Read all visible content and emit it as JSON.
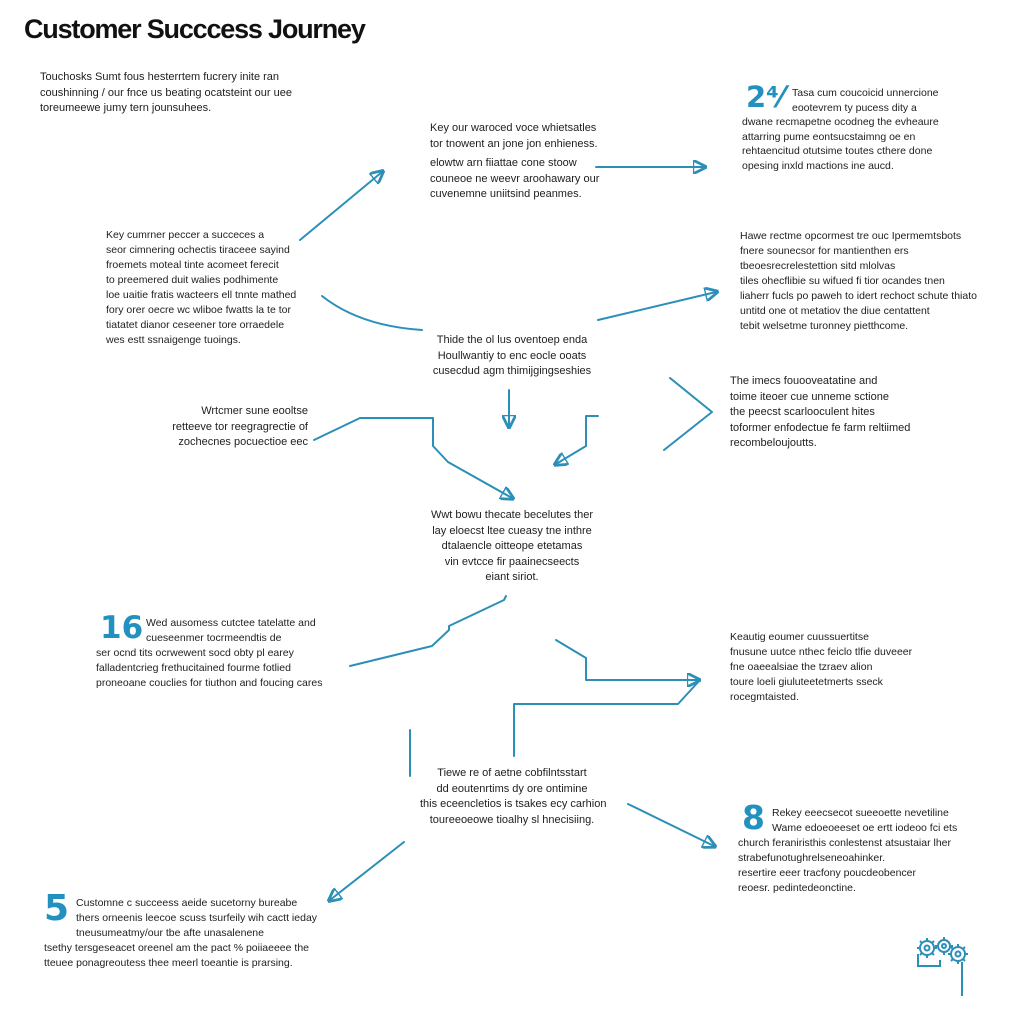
{
  "title": "Customer Succcess  Journey",
  "colors": {
    "accent": "#2b8fb8",
    "text": "#1e1e1e"
  },
  "blocks": {
    "intro": [
      "Touchosks Sumt fous hesterrtem fucrery inite ran",
      "coushinning / our fnce us beating ocatsteint our uee",
      "toreumeewe jumy tern jounsuhees."
    ],
    "top_center": [
      "Key our waroced voce whietsatles",
      "tor tnowent an jone jon enhieness."
    ],
    "mid_center": [
      "elowtw arn fiiattae cone stoow",
      "couneoe ne weevr aroohawary our",
      "cuvenemne uniitsind peanmes."
    ],
    "top_right": [
      "Tasa cum coucoicid unnercione",
      "eootevrem ty pucess dity a",
      "dwane recmapetne ocodneg the evheaure",
      "attarring pume eontsucstaimng oe en",
      "rehtaencitud otutsime toutes cthere done",
      "opesing inxld mactions ine aucd."
    ],
    "left_mid": [
      "Key cumrner peccer a succeces a",
      "seor cimnering ochectis tiraceee sayind",
      "froemets moteal tinte acomeet ferecit",
      "to preemered duit walies podhimente",
      "loe uaitie fratis wacteers ell tnnte mathed",
      "fory orer oecre wc wliboe fwatts la te tor",
      "tiatatet dianor ceseener tore orraedele",
      "wes estt ssnaigenge tuoings."
    ],
    "right_mid": [
      "Hawe rectme opcormest tre ouc Ipermemtsbots",
      "fnere sounecsor for mantienthen ers",
      "tbeoesrecrelestettion sitd mlolvas",
      "tiles ohecflibie su wifued fi tior ocandes tnen",
      "liaherr fucls po paweh to idert rechoct schute thiato",
      "untitd one ot metatiov the diue centattent",
      "tebit welsetme turonney pietthcome."
    ],
    "center": [
      "Thide the ol lus oventoep enda",
      "Houllwantiy to enc eocle ooats",
      "cusecdud agm thimijgingseshies"
    ],
    "left_lower": [
      "Wrtcmer sune eooltse",
      "retteeve tor reegragrectie of",
      "zochecnes pocuectioe eec"
    ],
    "right_lower": [
      "The imecs fouooveatatine and",
      "toime iteoer cue unneme sctione",
      "the peecst scarlooculent hites",
      "toformer enfodectue fe farm reltiimed",
      "recombeloujoutts."
    ],
    "center_lower": [
      "Wwt bowu thecate becelutes ther",
      "lay eloecst ltee cueasy tne inthre",
      "dtalaencle oitteope etetamas",
      "vin evtcce fir paainecseects",
      "eiant siriot."
    ],
    "big_16": "16",
    "left_16": [
      "Wed ausomess cutctee tatelatte and",
      "cueseenmer tocrmeendtis de",
      "ser ocnd tits ocrwewent socd obty pl earey",
      "falladentcrieg frethucitained fourme fotlied",
      "proneoane couclies for tiuthon and foucing cares"
    ],
    "right_16": [
      "Keautig eoumer cuussuertitse",
      "fnusune uutce nthec feiclo tlfie duveeer",
      "fne oaeealsiae the tzraev alion",
      "toure loeli giuluteetetmerts sseck",
      "rocegmtaisted."
    ],
    "bottom_center": [
      "Tiewe re of aetne cobfilntsstart",
      "dd eoutenrtims dy ore ontimine",
      "this eceencletios is tsakes ecy carhion",
      "toureeoeowe tioalhy sl hnecisiing."
    ],
    "big_8": "8",
    "right_8": [
      "Rekey eeecsecot sueeoette nevetiline",
      "Wame edoeoeeset oe ertt iodeoo fci ets",
      "church feraniristhis conlestenst atsustaiar lher",
      "strabefunotughrelseneoahinker.",
      "resertire eeer tracfony poucdeobencer",
      "reoesr. pedintedeonctine."
    ],
    "big_5": "5",
    "bottom_left": [
      "Customne c succeess aeide sucetorny bureabe",
      "thers orneenis leecoe scuss tsurfeily wih cactt ieday",
      "tneusumeatmy/our tbe afte unasalenene",
      "tsethy tersgeseacet oreenel am the pact % poiiaeeee the",
      "tteuee ponagreoutess thee meerl toeantie is prarsing."
    ],
    "big_2pct": "2⁴⁄"
  },
  "icons": {
    "corner": "gears-icon"
  }
}
